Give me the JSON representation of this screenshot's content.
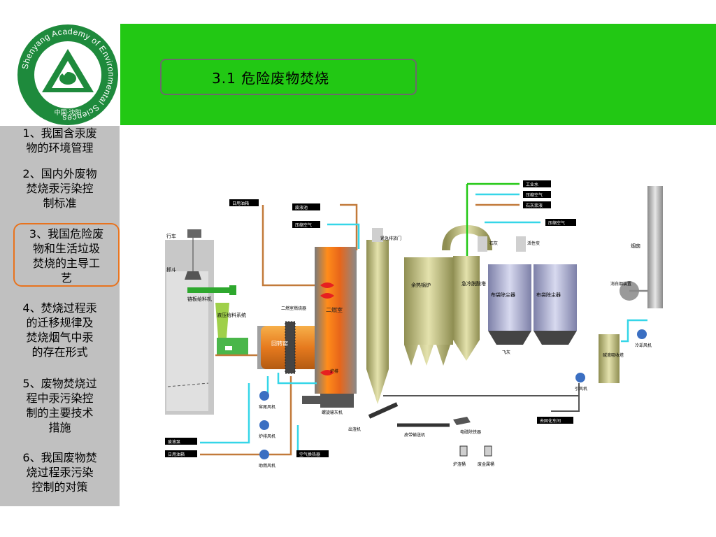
{
  "logo": {
    "ring_text": "Shenyang Academy of Environmental Sciences",
    "bottom_text": "中国·沈阳"
  },
  "header": {
    "title": "3.1 危险废物焚烧",
    "band_color": "#22c814"
  },
  "sidebar": {
    "items": [
      {
        "line1": "1、我国含汞废",
        "line2": "物的环境管理"
      },
      {
        "line1": "2、国内外废物",
        "line2": "焚烧汞污染控",
        "line3": "制标准"
      },
      {
        "line1": "3、我国危险废",
        "line2": "物和生活垃圾",
        "line3": "焚烧的主导工",
        "line4": "艺"
      },
      {
        "line1": "4、焚烧过程汞",
        "line2": "的迁移规律及",
        "line3": "焚烧烟气中汞",
        "line4": "的存在形式"
      },
      {
        "line1": "5、废物焚烧过",
        "line2": "程中汞污染控",
        "line3": "制的主要技术",
        "line4": "措施"
      },
      {
        "line1": "6、我国废物焚",
        "line2": "烧过程汞污染",
        "line3": "控制的对策"
      }
    ],
    "active_index": 2,
    "active_color": "#e8731e"
  },
  "diagram": {
    "labels": {
      "top_fuel": "日用油箱",
      "waste_liquid": "废液池",
      "compressed_air1": "压缩空气",
      "industrial_water": "工业水",
      "compressed_air2": "压缩空气",
      "lime_slurry": "石灰浆液",
      "compressed_air3": "压缩空气",
      "crane": "行车",
      "grab": "抓斗",
      "chain_feeder": "链板给料机",
      "hydraulic_feeder": "液压给料系统",
      "rotary_kiln": "回转窑",
      "secondary_combustion": "二燃室",
      "secondary_burner": "二燃室燃烧器",
      "slag_remover": "炉排",
      "emergency_door": "紧急排放门",
      "lime": "石灰",
      "activated_carbon": "活性炭",
      "waste_heat_boiler": "余热锅炉",
      "quench_tower": "急冷脱酸塔",
      "baghouse1": "布袋除尘器",
      "baghouse2": "布袋除尘器",
      "stack": "烟囱",
      "white_plume": "消白烟装置",
      "scrubber": "碱液吸收塔",
      "kiln_fan": "窑尾风机",
      "grate_fan": "炉排风机",
      "combustion_fan": "助燃风机",
      "air_preheater": "空气换热器",
      "waste_liquid2": "废液泵",
      "day_tank": "日用油箱",
      "fly_ash": "飞灰",
      "induced_fan": "引风机",
      "cooling_fan": "冷却风机",
      "slag_conveyor": "出渣机",
      "belt_conveyor": "皮带输送机",
      "magnetic_separator": "电磁除铁器",
      "to_solidify": "去固化车间",
      "slag_conveyor2": "螺旋输灰机",
      "slag_bin": "炉渣桶",
      "scrap_bin": "废金属桶"
    }
  }
}
